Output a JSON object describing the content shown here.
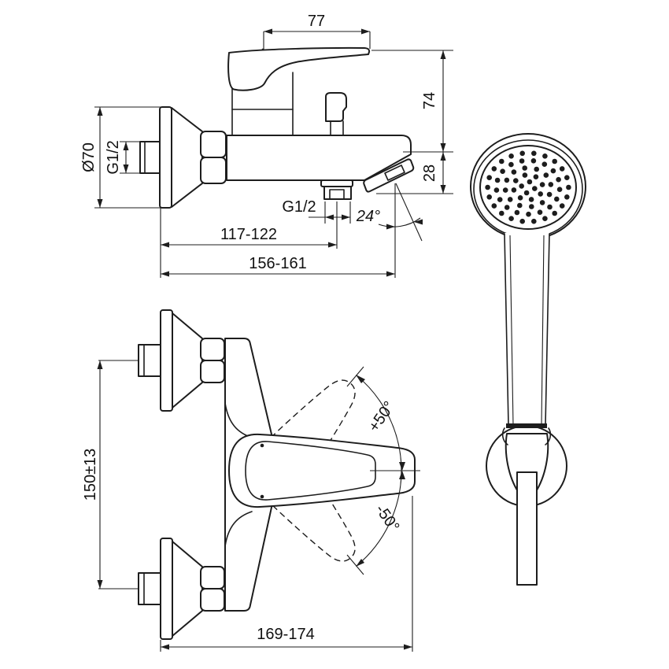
{
  "drawing": {
    "type": "technical-dimension-drawing",
    "subject": "wall-mounted single-lever bath/shower mixer with hand shower set",
    "colors": {
      "line": "#1d1d1d",
      "background": "#ffffff"
    },
    "labels": {
      "handle_width": "77",
      "height_to_spout": "74",
      "spout_drop": "28",
      "escutcheon_diameter": "Ø70",
      "inlet_thread": "G1/2",
      "outlet_thread": "G1/2",
      "wall_to_outlet": "117-122",
      "wall_to_spout_tip": "156-161",
      "spout_angle": "24°",
      "inlet_spacing": "150±13",
      "handle_swing_up": "+50°",
      "handle_swing_down": "-50°",
      "overall_depth": "169-174"
    }
  }
}
